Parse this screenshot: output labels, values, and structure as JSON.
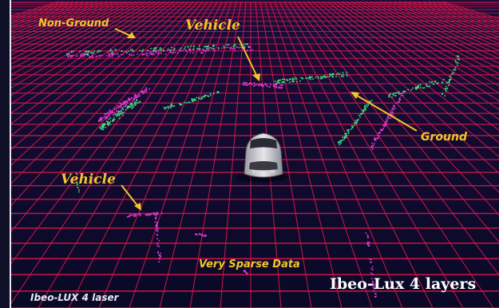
{
  "labels": {
    "non_ground": "Non-Ground",
    "vehicle_top": "Vehicle",
    "vehicle_left": "Vehicle",
    "ground": "Ground",
    "very_sparse": "Very Sparse Data",
    "sensor": "Ibeo-LUX 4 laser",
    "caption": "Ibeo-Lux 4 layers"
  },
  "colors": {
    "background": "#090927",
    "grid": "#e0184a",
    "annotation": "#f4c52a",
    "non_ground_points": "#e23ad2",
    "ground_points": "#3ee082",
    "caption_text": "#ffffff"
  }
}
